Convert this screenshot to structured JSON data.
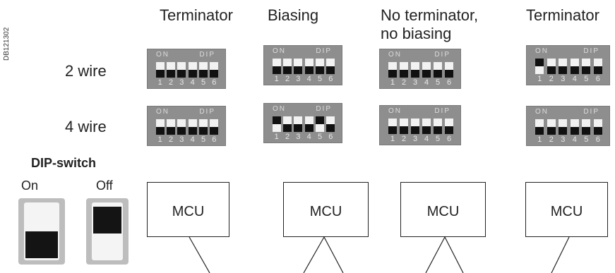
{
  "reference": "DB121302",
  "columns": [
    {
      "title": "Terminator"
    },
    {
      "title": "Biasing"
    },
    {
      "title": "No terminator,\nno biasing"
    },
    {
      "title": "Terminator"
    }
  ],
  "rows": [
    {
      "label": "2 wire"
    },
    {
      "label": "4 wire"
    }
  ],
  "dip": {
    "on_label": "ON",
    "dip_label": "DIP",
    "positions": [
      "1",
      "2",
      "3",
      "4",
      "5",
      "6"
    ]
  },
  "switch_states": [
    [
      [
        "off",
        "off",
        "off",
        "off",
        "off",
        "off"
      ],
      [
        "off",
        "off",
        "off",
        "off",
        "off",
        "off"
      ]
    ],
    [
      [
        "off",
        "off",
        "off",
        "off",
        "off",
        "off"
      ],
      [
        "on",
        "off",
        "off",
        "off",
        "on",
        "off"
      ]
    ],
    [
      [
        "off",
        "off",
        "off",
        "off",
        "off",
        "off"
      ],
      [
        "off",
        "off",
        "off",
        "off",
        "off",
        "off"
      ]
    ],
    [
      [
        "on",
        "off",
        "off",
        "off",
        "off",
        "off"
      ],
      [
        "off",
        "off",
        "off",
        "off",
        "off",
        "off"
      ]
    ]
  ],
  "legend": {
    "title": "DIP-switch",
    "on_label": "On",
    "off_label": "Off"
  },
  "mcu_label": "MCU"
}
